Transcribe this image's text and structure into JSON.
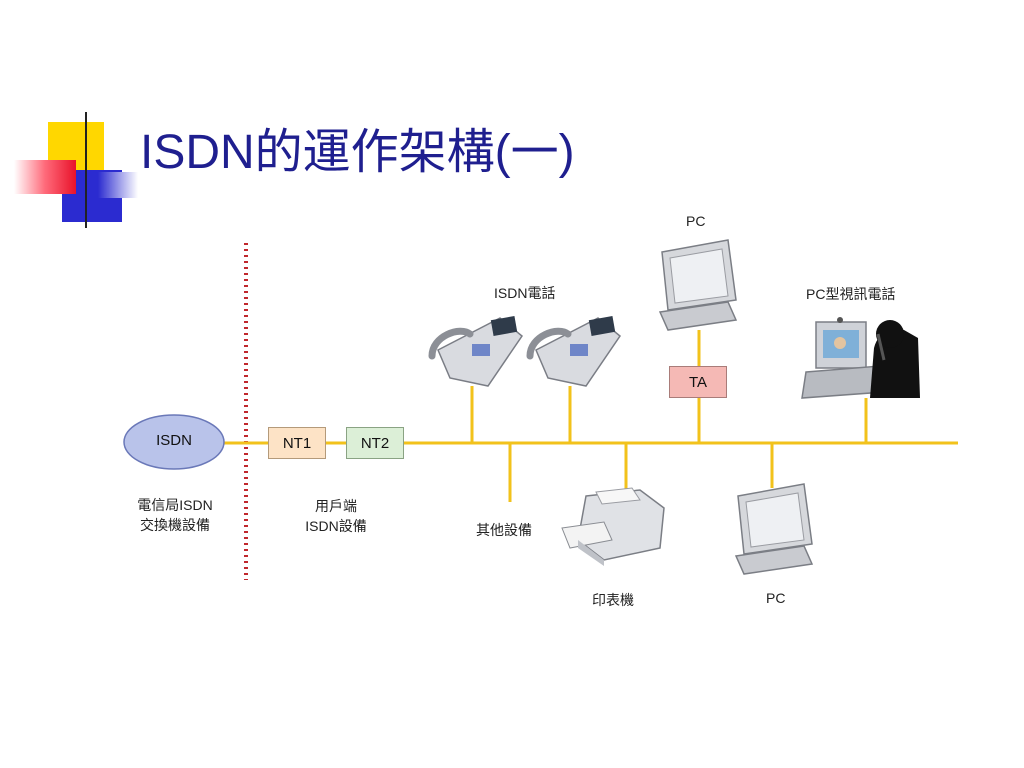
{
  "slide": {
    "title": "ISDN的運作架構(一)"
  },
  "diagram": {
    "isdn_node": "ISDN",
    "exchange_label_line1": "電信局ISDN",
    "exchange_label_line2": "交換機設備",
    "nt1": "NT1",
    "nt2": "NT2",
    "user_label_line1": "用戶端",
    "user_label_line2": "ISDN設備",
    "isdn_phone_label": "ISDN電話",
    "pc_top_label": "PC",
    "ta_label": "TA",
    "videophone_label": "PC型視訊電話",
    "other_label": "其他設備",
    "printer_label": "印表機",
    "pc_bottom_label": "PC"
  },
  "colors": {
    "title": "#1f1f8f",
    "bus_line": "#f2c21b",
    "boundary_dots": "#c0282d",
    "isdn_ellipse": "#b9c3ea",
    "nt1_fill": "#fde3c6",
    "nt2_fill": "#dcefd7",
    "ta_fill": "#f5b9b5"
  }
}
